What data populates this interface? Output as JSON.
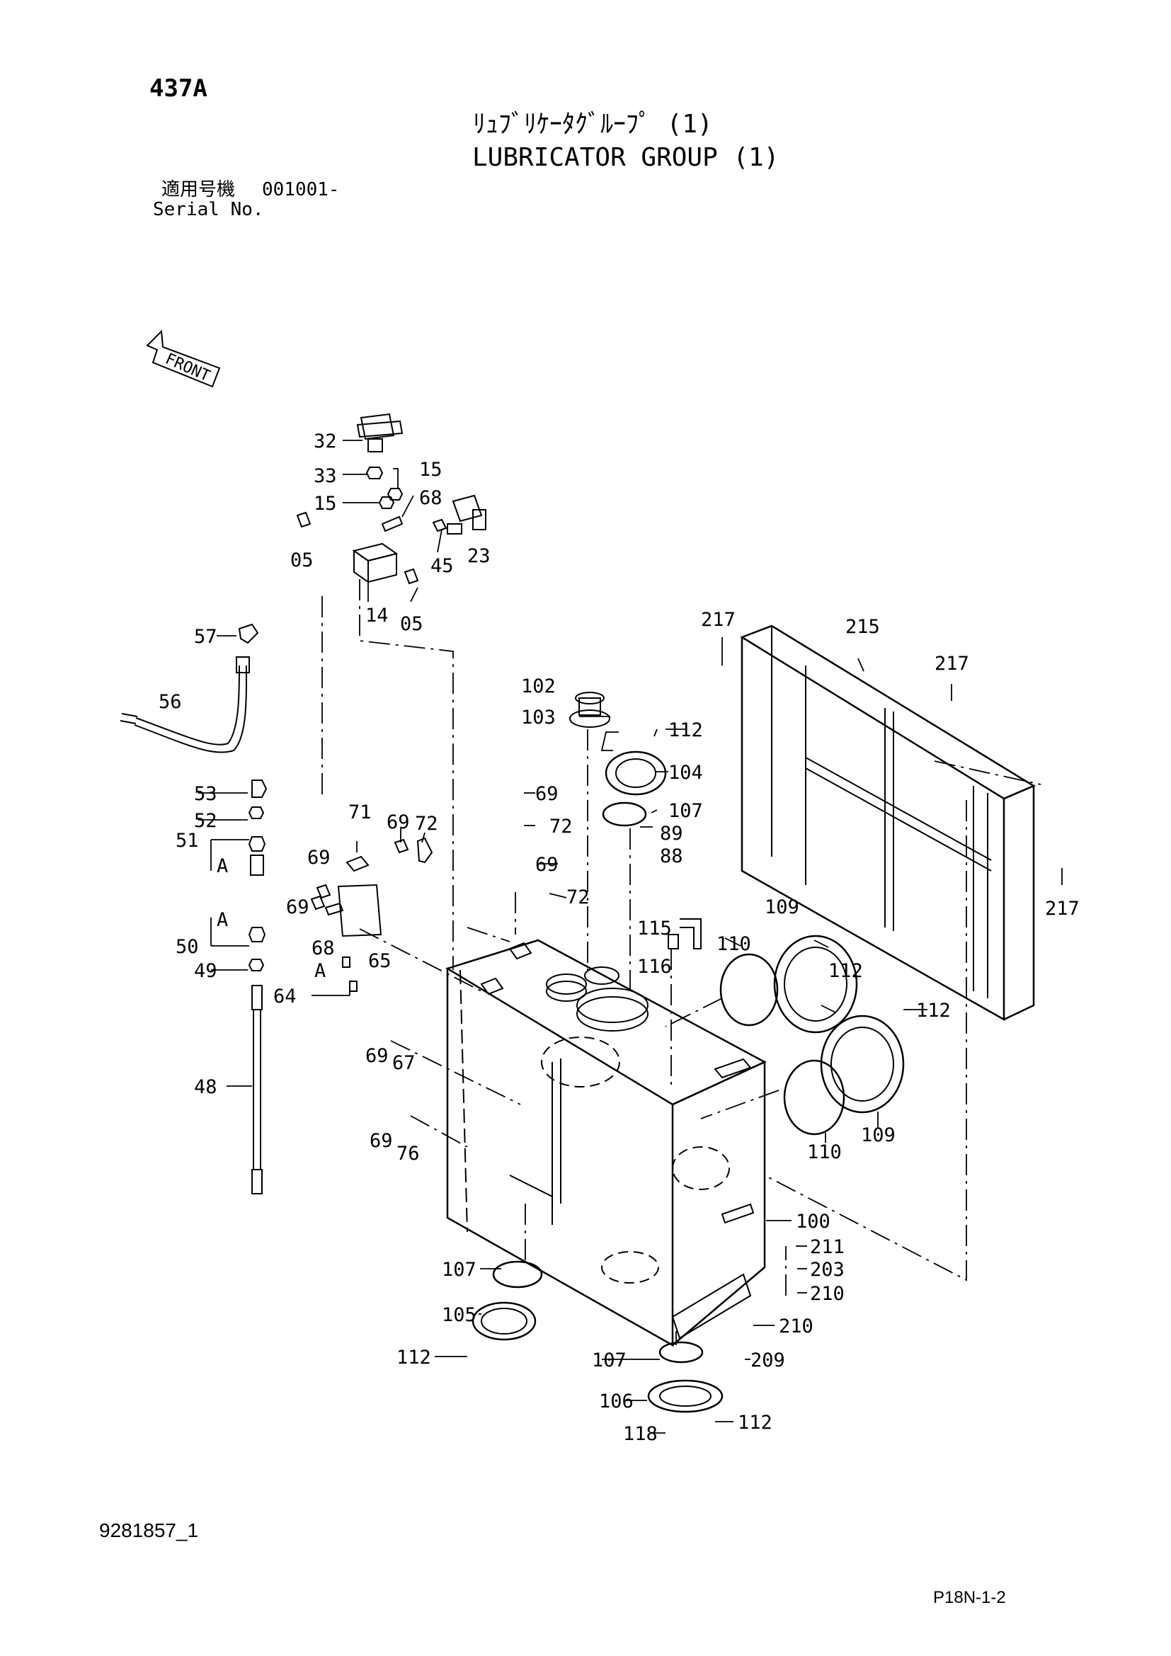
{
  "header": {
    "page_number": "437A",
    "title_jp": "ﾘｭﾌﾞﾘｹｰﾀｸﾞﾙｰﾌﾟ (1)",
    "title_en": "LUBRICATOR GROUP (1)",
    "serial_label_jp": "適用号機",
    "serial_value": "001001-",
    "serial_label_en": "Serial No."
  },
  "front_marker": "FRONT",
  "callouts": [
    {
      "id": "c32",
      "label": "32"
    },
    {
      "id": "c33",
      "label": "33"
    },
    {
      "id": "c15a",
      "label": "15"
    },
    {
      "id": "c15b",
      "label": "15"
    },
    {
      "id": "c68a",
      "label": "68"
    },
    {
      "id": "c05a",
      "label": "05"
    },
    {
      "id": "c45",
      "label": "45"
    },
    {
      "id": "c23",
      "label": "23"
    },
    {
      "id": "c14",
      "label": "14"
    },
    {
      "id": "c05b",
      "label": "05"
    },
    {
      "id": "c57",
      "label": "57"
    },
    {
      "id": "c56",
      "label": "56"
    },
    {
      "id": "c53",
      "label": "53"
    },
    {
      "id": "c52",
      "label": "52"
    },
    {
      "id": "c51",
      "label": "51"
    },
    {
      "id": "cA1",
      "label": "A"
    },
    {
      "id": "cA2",
      "label": "A"
    },
    {
      "id": "c50",
      "label": "50"
    },
    {
      "id": "c49",
      "label": "49"
    },
    {
      "id": "c48",
      "label": "48"
    },
    {
      "id": "c64",
      "label": "64"
    },
    {
      "id": "cA3",
      "label": "A"
    },
    {
      "id": "c71",
      "label": "71"
    },
    {
      "id": "c69a",
      "label": "69"
    },
    {
      "id": "c72a",
      "label": "72"
    },
    {
      "id": "c69b",
      "label": "69"
    },
    {
      "id": "c69c",
      "label": "69"
    },
    {
      "id": "c68b",
      "label": "68"
    },
    {
      "id": "c65",
      "label": "65"
    },
    {
      "id": "c69d",
      "label": "69"
    },
    {
      "id": "c72b",
      "label": "72"
    },
    {
      "id": "c69e",
      "label": "69"
    },
    {
      "id": "c72c",
      "label": "72"
    },
    {
      "id": "c69f",
      "label": "69"
    },
    {
      "id": "c67",
      "label": "67"
    },
    {
      "id": "c69g",
      "label": "69"
    },
    {
      "id": "c76",
      "label": "76"
    },
    {
      "id": "c102",
      "label": "102"
    },
    {
      "id": "c103",
      "label": "103"
    },
    {
      "id": "c112a",
      "label": "112"
    },
    {
      "id": "c104",
      "label": "104"
    },
    {
      "id": "c107a",
      "label": "107"
    },
    {
      "id": "c89",
      "label": "89"
    },
    {
      "id": "c88",
      "label": "88"
    },
    {
      "id": "c115",
      "label": "115"
    },
    {
      "id": "c116",
      "label": "116"
    },
    {
      "id": "c110a",
      "label": "110"
    },
    {
      "id": "c109a",
      "label": "109"
    },
    {
      "id": "c112b",
      "label": "112"
    },
    {
      "id": "c112c",
      "label": "112"
    },
    {
      "id": "c110b",
      "label": "110"
    },
    {
      "id": "c109b",
      "label": "109"
    },
    {
      "id": "c217a",
      "label": "217"
    },
    {
      "id": "c215",
      "label": "215"
    },
    {
      "id": "c217b",
      "label": "217"
    },
    {
      "id": "c217c",
      "label": "217"
    },
    {
      "id": "c100",
      "label": "100"
    },
    {
      "id": "c211",
      "label": "211"
    },
    {
      "id": "c203",
      "label": "203"
    },
    {
      "id": "c210a",
      "label": "210"
    },
    {
      "id": "c210b",
      "label": "210"
    },
    {
      "id": "c209",
      "label": "209"
    },
    {
      "id": "c107b",
      "label": "107"
    },
    {
      "id": "c105",
      "label": "105"
    },
    {
      "id": "c112d",
      "label": "112"
    },
    {
      "id": "c107c",
      "label": "107"
    },
    {
      "id": "c106",
      "label": "106"
    },
    {
      "id": "c118",
      "label": "118"
    },
    {
      "id": "c112e",
      "label": "112"
    }
  ],
  "footer": {
    "doc_id": "9281857_1",
    "sheet_id": "P18N-1-2"
  }
}
